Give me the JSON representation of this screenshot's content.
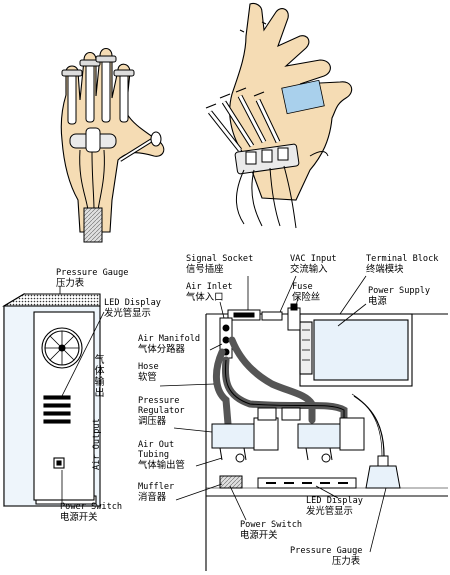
{
  "labels": {
    "pressure_gauge_top": {
      "en": "Pressure Gauge",
      "zh": "压力表"
    },
    "led_display_left": {
      "en": "LED Display",
      "zh": "发光管显示"
    },
    "power_switch_left": {
      "en": "Power Switch",
      "zh": "电源开关"
    },
    "signal_socket": {
      "en": "Signal Socket",
      "zh": "信号插座"
    },
    "vac_input": {
      "en": "VAC Input",
      "zh": "交流输入"
    },
    "terminal_block": {
      "en": "Terminal Block",
      "zh": "终端模块"
    },
    "air_inlet": {
      "en": "Air Inlet",
      "zh": "气体入口"
    },
    "fuse": {
      "en": "Fuse",
      "zh": "保险丝"
    },
    "power_supply": {
      "en": "Power Supply",
      "zh": "电源"
    },
    "air_manifold": {
      "en": "Air Manifold",
      "zh": "气体分路器"
    },
    "hose": {
      "en": "Hose",
      "zh": "软管"
    },
    "pressure_regulator": {
      "en_line1": "Pressure",
      "en_line2": "Regulator",
      "zh": "调压器"
    },
    "air_out_tubing": {
      "en_line1": "Air Out",
      "en_line2": "Tubing",
      "zh": "气体输出管"
    },
    "muffler": {
      "en": "Muffler",
      "zh": "消音器"
    },
    "led_display_right": {
      "en": "LED Display",
      "zh": "发光管显示"
    },
    "power_switch_right": {
      "en": "Power Switch",
      "zh": "电源开关"
    },
    "pressure_gauge_bottom": {
      "en": "Pressure Gauge",
      "zh": "压力表"
    }
  },
  "box_side": {
    "en": "Air Output",
    "zh": "气体输出"
  },
  "colors": {
    "line": "#000000",
    "hose": "#555555",
    "skin": "#f5dcb4",
    "tint": "#e8f2fa",
    "box": "#eef5fb",
    "panel": "#d9e8f4"
  }
}
